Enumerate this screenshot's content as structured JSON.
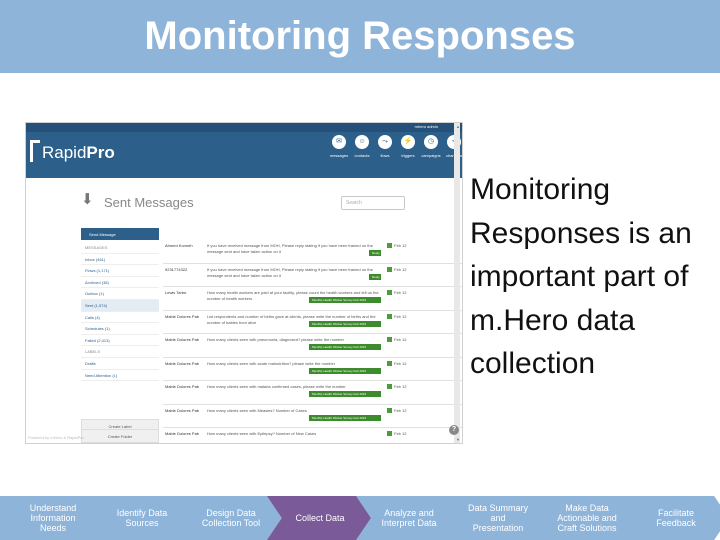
{
  "slide": {
    "title": "Monitoring Responses",
    "body": "Monitoring Responses is an important part of m.Hero data collection"
  },
  "colors": {
    "banner": "#8fb4d9",
    "active_step": "#7b5a99",
    "rapidpro_header": "#2d5f8b",
    "tag_green": "#3c8b2c"
  },
  "app": {
    "logo_left": "Rapid",
    "logo_right": "Pro",
    "login": "mhero admin",
    "nav": [
      {
        "label": "messages",
        "icon": "message-icon",
        "glyph": "✉"
      },
      {
        "label": "contacts",
        "icon": "contacts-icon",
        "glyph": "☺"
      },
      {
        "label": "flows",
        "icon": "flows-icon",
        "glyph": "⤳"
      },
      {
        "label": "triggers",
        "icon": "triggers-icon",
        "glyph": "⚡"
      },
      {
        "label": "campaigns",
        "icon": "campaigns-icon",
        "glyph": "◷"
      },
      {
        "label": "channels",
        "icon": "channels-icon",
        "glyph": "⌁"
      }
    ],
    "page_title": "Sent Messages",
    "search_placeholder": "Search",
    "send_button": "Send Message",
    "folders": [
      {
        "label": "MESSAGES",
        "heading": true
      },
      {
        "label": "Inbox (461)"
      },
      {
        "label": "Flows (1,171)"
      },
      {
        "label": "Archived (38)"
      },
      {
        "label": "Outbox (1)"
      },
      {
        "label": "Sent (1,574)",
        "active": true
      },
      {
        "label": "Calls (4)"
      },
      {
        "label": "Schedules (1)"
      },
      {
        "label": "Failed (2,413)"
      },
      {
        "label": "LABELS",
        "heading": true
      },
      {
        "label": "Drafts"
      },
      {
        "label": "Need Attention (1)"
      }
    ],
    "create_label": "Create Label",
    "create_folder": "Create Folder",
    "footer": "Powered by mHero & RapidPro",
    "messages": [
      {
        "contact": "Ahmed Konneh",
        "text": "If you have received message from MOH, Please reply stating if you have been trained on the message sent and have taken action on it",
        "date": "Feb 12",
        "tag": "Reply",
        "tag_short": true
      },
      {
        "contact": "9231774322",
        "text": "If you have received message from MOH, Please reply stating if you have been trained on the message sent and have taken action on it",
        "date": "Feb 12",
        "tag": "Reply",
        "tag_short": true
      },
      {
        "contact": "Lewis Tartor",
        "text": "How many health workers are paid at your facility, please count the health workers and tell us the number of health workers",
        "date": "Feb 12",
        "tag": "Monthly Health Worker Survey Feb 2016",
        "tag_short": false
      },
      {
        "contact": "Mable Dolores Pab",
        "text": "List respondents and number of births gave at clients, please write the number of births and the number of babies born alive",
        "date": "Feb 12",
        "tag": "Monthly Health Worker Survey Feb 2016",
        "tag_short": false
      },
      {
        "contact": "Mable Dolores Pab",
        "text": "How many clients seen with pneumonia, diagnosed? please write the number",
        "date": "Feb 12",
        "tag": "Monthly Health Worker Survey Feb 2016",
        "tag_short": false
      },
      {
        "contact": "Mable Dolores Pab",
        "text": "How many clients seen with acute malnutrition? please write the number",
        "date": "Feb 12",
        "tag": "Monthly Health Worker Survey Feb 2016",
        "tag_short": false
      },
      {
        "contact": "Mable Dolores Pab",
        "text": "How many clients seen with malaria confirmed cases, please write the number",
        "date": "Feb 12",
        "tag": "Monthly Health Worker Survey Feb 2016",
        "tag_short": false
      },
      {
        "contact": "Mable Dolores Pab",
        "text": "How many clients seen with Measles? Number of Cases",
        "date": "Feb 12",
        "tag": "Monthly Health Worker Survey Feb 2016",
        "tag_short": false
      },
      {
        "contact": "Mable Dolores Pab",
        "text": "How many clients seen with Epilepsy? Number of New Cases",
        "date": "Feb 12",
        "tag": "",
        "tag_short": false
      }
    ]
  },
  "process_steps": [
    {
      "label": "Understand Information Needs"
    },
    {
      "label": "Identify Data Sources"
    },
    {
      "label": "Design Data Collection Tool"
    },
    {
      "label": "Collect Data",
      "active": true
    },
    {
      "label": "Analyze and Interpret Data"
    },
    {
      "label": "Data Summary and Presentation"
    },
    {
      "label": "Make Data Actionable and Craft Solutions"
    },
    {
      "label": "Facilitate Feedback"
    }
  ]
}
